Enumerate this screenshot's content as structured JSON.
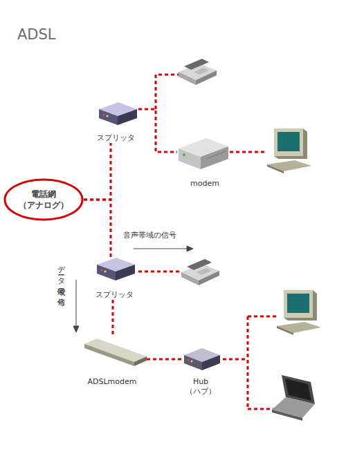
{
  "diagram": {
    "title": "ADSL",
    "nodes": [
      {
        "text": [
          "スプリッタ"
        ]
      },
      {
        "text": [
          "modem"
        ]
      },
      {
        "text": [
          "電話網 （アナログ）"
        ]
      },
      {
        "text": [
          "スプリッタ"
        ]
      },
      {
        "text": [
          "ADSLmodem"
        ]
      },
      {
        "text": [
          "Hub （ハブ）"
        ]
      }
    ],
    "edges": [
      {
        "from": 2,
        "to": 0,
        "arrow": "none"
      },
      {
        "from": 2,
        "to": 3,
        "arrow": "none"
      },
      {
        "from": 0,
        "to": 1,
        "arrow": "none"
      },
      {
        "from": 3,
        "to": 4,
        "arrow": "none"
      },
      {
        "from": 4,
        "to": 5,
        "arrow": "none"
      }
    ],
    "labels": [
      "音声帯域の信号",
      "データ帯域の信号"
    ]
  }
}
